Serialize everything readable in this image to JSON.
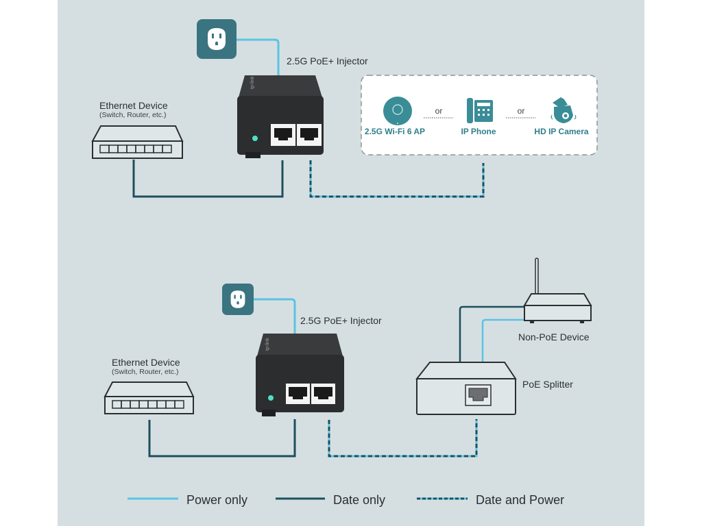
{
  "colors": {
    "background": "#d5dfe2",
    "power_line": "#5bc3e3",
    "data_line": "#1d4f5c",
    "teal_icon": "#3a7480",
    "device_teal": "#3a8d97",
    "injector_body": "#2c2d2f",
    "led": "#4ee0c5"
  },
  "top_diagram": {
    "injector_label": "2.5G PoE+ Injector",
    "ethernet_device": {
      "title": "Ethernet Device",
      "subtitle": "(Switch, Router, etc.)"
    },
    "powered_devices": [
      {
        "label": "2.5G Wi-Fi 6 AP",
        "icon": "access-point-icon"
      },
      {
        "label": "IP Phone",
        "icon": "ip-phone-icon"
      },
      {
        "label": "HD IP Camera",
        "icon": "ip-camera-icon"
      }
    ],
    "separator": "or"
  },
  "bottom_diagram": {
    "injector_label": "2.5G PoE+ Injector",
    "ethernet_device": {
      "title": "Ethernet Device",
      "subtitle": "(Switch, Router, etc.)"
    },
    "non_poe_label": "Non-PoE Device",
    "splitter_label": "PoE Splitter"
  },
  "legend": [
    {
      "label": "Power only",
      "style": "power"
    },
    {
      "label": "Date only",
      "style": "data"
    },
    {
      "label": "Date and Power",
      "style": "both"
    }
  ]
}
